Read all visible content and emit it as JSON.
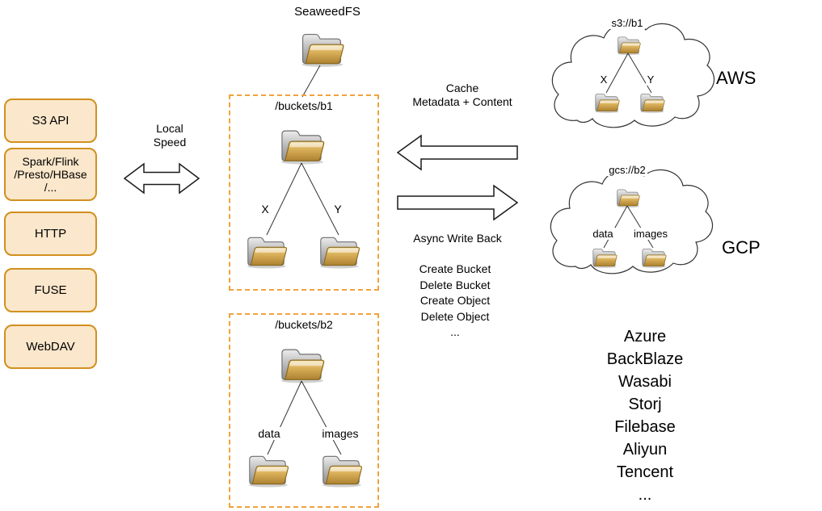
{
  "colors": {
    "api_box_fill": "#fbe7cb",
    "api_box_border": "#d2901f",
    "dashed_border": "#f0a33c",
    "arrow_fill": "#ffffff",
    "arrow_stroke": "#1a1a1a",
    "folder_front": "#d9ab4e",
    "folder_back": "#b5b5b5"
  },
  "icons": {
    "folder": "manila-folder-icon",
    "cloud": "cloud-outline-shape"
  },
  "header": {
    "title": "SeaweedFS"
  },
  "left_panel": {
    "items": [
      {
        "id": "s3-api",
        "lines": [
          "S3 API"
        ]
      },
      {
        "id": "compute",
        "lines": [
          "Spark/Flink",
          "/Presto/HBase",
          "/..."
        ]
      },
      {
        "id": "http",
        "lines": [
          "HTTP"
        ]
      },
      {
        "id": "fuse",
        "lines": [
          "FUSE"
        ]
      },
      {
        "id": "webdav",
        "lines": [
          "WebDAV"
        ]
      }
    ]
  },
  "local_link": {
    "lines": [
      "Local",
      "Speed"
    ]
  },
  "cache_link": {
    "lines": [
      "Cache",
      "Metadata + Content"
    ]
  },
  "writeback_link": {
    "label": "Async Write Back"
  },
  "operations": [
    "Create Bucket",
    "Delete Bucket",
    "Create Object",
    "Delete Object",
    "..."
  ],
  "bucket1": {
    "title": "/buckets/b1",
    "left_child": "X",
    "right_child": "Y"
  },
  "bucket2": {
    "title": "/buckets/b2",
    "left_child": "data",
    "right_child": "images"
  },
  "aws": {
    "bucket": "s3://b1",
    "left_child": "X",
    "right_child": "Y",
    "label": "AWS"
  },
  "gcp": {
    "bucket": "gcs://b2",
    "left_child": "data",
    "right_child": "images",
    "label": "GCP"
  },
  "providers": [
    "Azure",
    "BackBlaze",
    "Wasabi",
    "Storj",
    "Filebase",
    "Aliyun",
    "Tencent",
    "..."
  ]
}
